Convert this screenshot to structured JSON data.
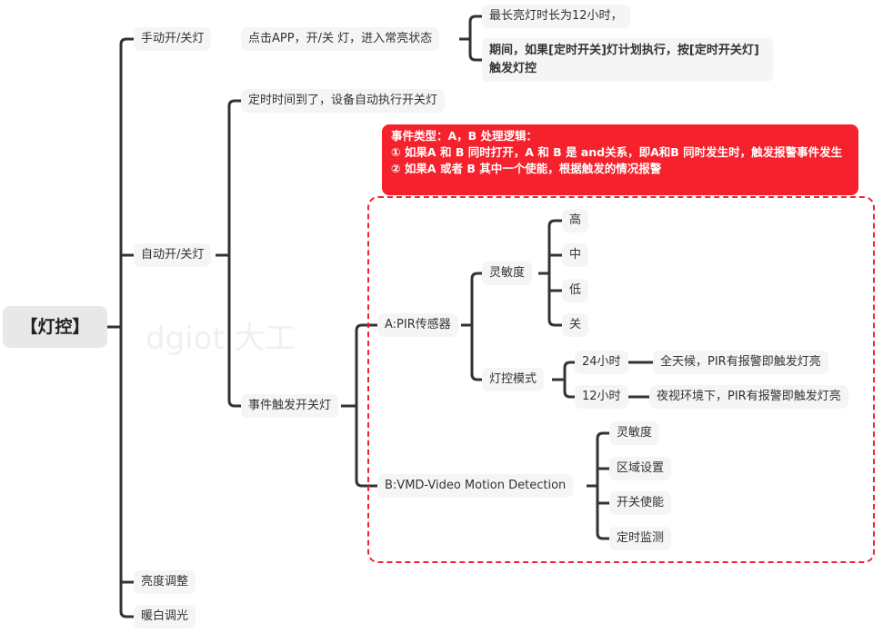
{
  "watermark": "dgiot 大工",
  "root": "【灯控】",
  "manual": {
    "label": "手动开/关灯",
    "child": "点击APP，开/关 灯，进入常亮状态",
    "notes": [
      "最长亮灯时长为12小时，",
      "期间，如果[定时开关]灯计划执行，按[定时开关灯]触发灯控"
    ]
  },
  "auto": {
    "label": "自动开/关灯",
    "timer": "定时时间到了，设备自动执行开关灯",
    "event": "事件触发开关灯"
  },
  "logic": {
    "title": "事件类型：A，B 处理逻辑：",
    "line1": "① 如果A 和 B 同时打开，A 和 B 是 and关系，即A和B 同时发生时，触发报警事件发生",
    "line2": "② 如果A 或者 B  其中一个使能，根据触发的情况报警"
  },
  "pir": {
    "label": "A:PIR传感器",
    "sensitivity": "灵敏度",
    "levels": [
      "高",
      "中",
      "低",
      "关"
    ],
    "mode": "灯控模式",
    "modes": [
      {
        "label": "24小时",
        "desc": "全天候，PIR有报警即触发灯亮"
      },
      {
        "label": "12小时",
        "desc": "夜视环境下，PIR有报警即触发灯亮"
      }
    ]
  },
  "vmd": {
    "label": "B:VMD-Video Motion Detection",
    "items": [
      "灵敏度",
      "区域设置",
      "开关使能",
      "定时监测"
    ]
  },
  "brightness": "亮度调整",
  "warm": "暖白调光"
}
